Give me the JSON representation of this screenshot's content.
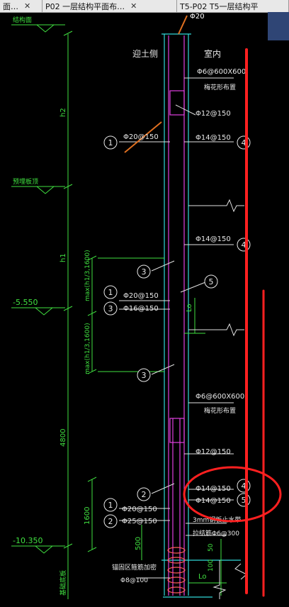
{
  "tabs": [
    {
      "label": "面…"
    },
    {
      "label": "P02 一层结构平面布…"
    },
    {
      "label": "T5-P02 T5一层结构平"
    }
  ],
  "drawing": {
    "top_rebar": "Φ20",
    "elevations": {
      "floor_top": "结构面",
      "raft_bottom": "预埋板顶",
      "el_1": "-5.550",
      "el_2": "-10.350"
    },
    "side_labels": {
      "soil": "迎土侧",
      "indoor": "室内"
    },
    "dims": {
      "h2": "h2",
      "h1": "h1",
      "max1": "max(h1/3,1600)",
      "max2": "max(h1/3,1600)",
      "d4800": "4800",
      "d1600": "1600",
      "d500": "500",
      "d50": "50",
      "d100": "100",
      "lo1": "Lo",
      "lo2": "Lo"
    },
    "rebars": {
      "tie_top": "Φ6@600X600",
      "tie_top_note": "梅花形布置",
      "r12a": "Φ12@150",
      "r20a": "Φ20@150",
      "r14a": "Φ14@150",
      "r14b": "Φ14@150",
      "r20b": "Φ20@150",
      "r16": "Φ16@150",
      "tie_mid": "Φ6@600X600",
      "tie_mid_note": "梅花形布置",
      "r12b": "Φ12@150",
      "r14c": "Φ14@150",
      "r14d": "Φ14@150",
      "r20c": "Φ20@150",
      "r25": "Φ25@150",
      "waterstop": "3mm钢板止水带",
      "tie_bar": "拉结筋Φ6@300",
      "anchor": "锚固区箍筋加密",
      "anchor_stirrup": "Φ8@100",
      "base": "基础底板"
    },
    "bubbles": {
      "b1a": "1",
      "b4a": "4",
      "b4b": "4",
      "b3a": "3",
      "b1b": "1",
      "b3b": "3",
      "b5a": "5",
      "b3c": "3",
      "b2a": "2",
      "b4c": "4",
      "b5b": "5",
      "b1c": "1",
      "b2b": "2"
    }
  }
}
